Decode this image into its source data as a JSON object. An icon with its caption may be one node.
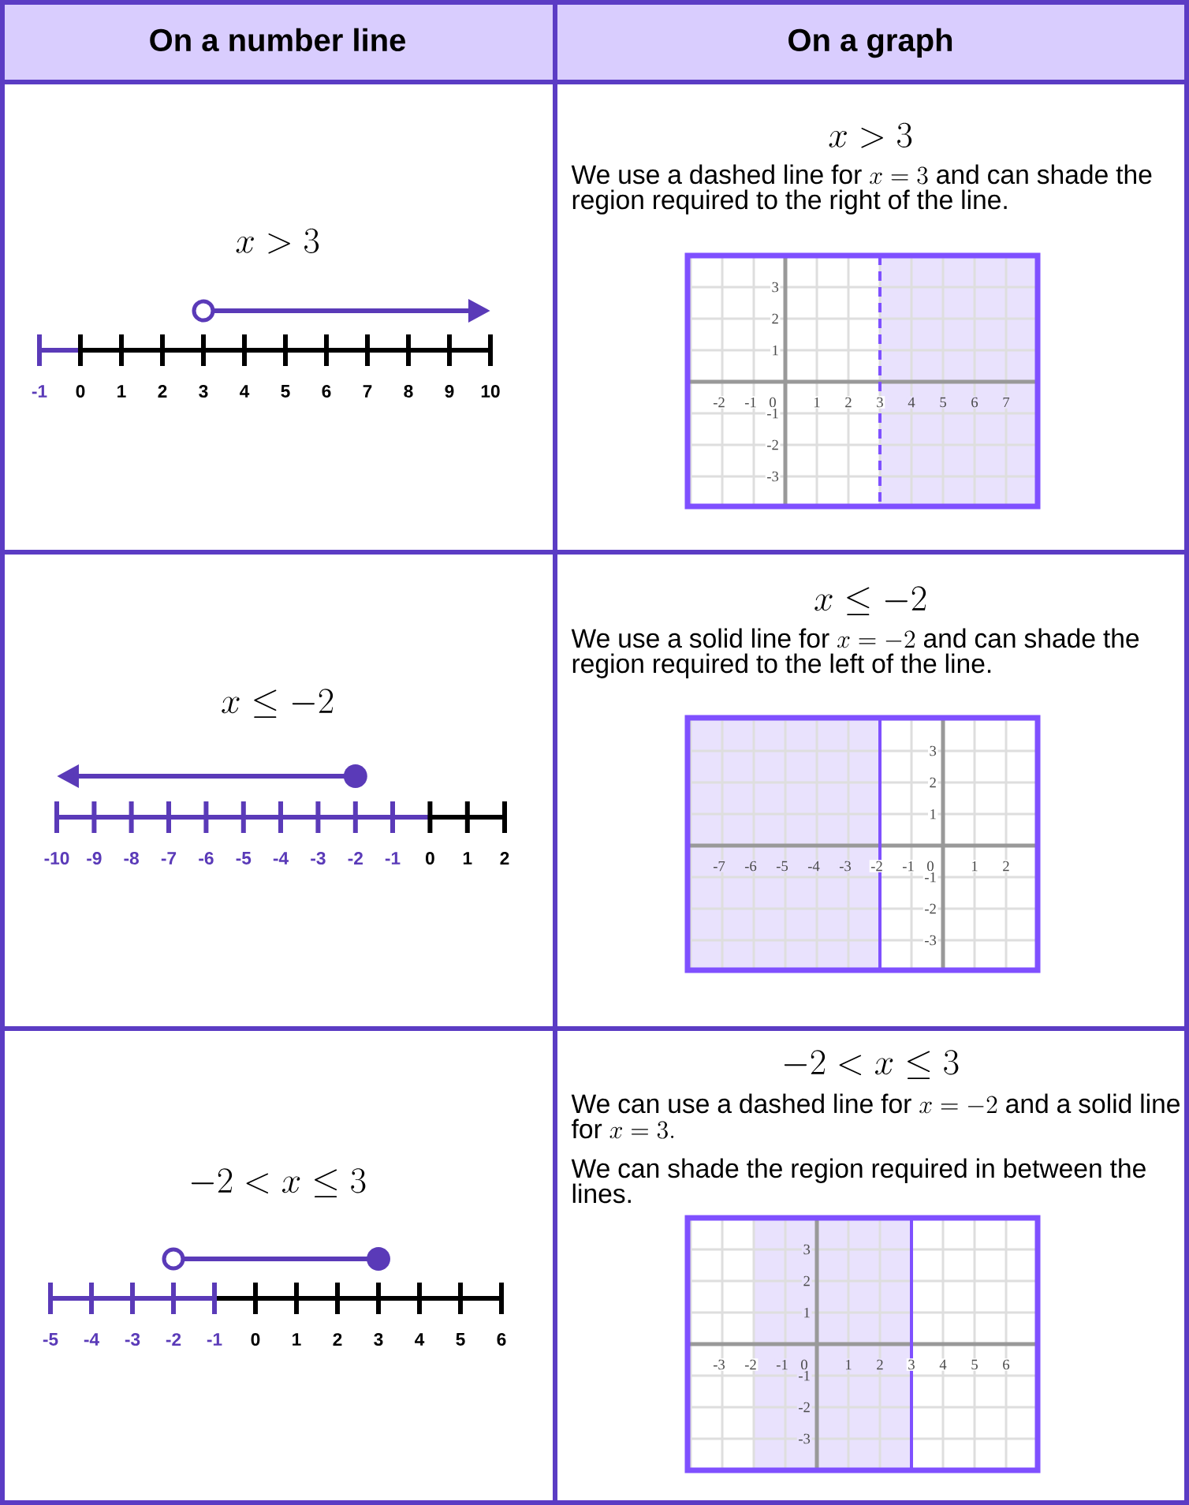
{
  "diagram": {
    "labels": [
      "On a number line",
      "On a graph",
      "x > 3",
      "-1",
      "0",
      "1",
      "2",
      "3",
      "4",
      "5",
      "6",
      "7",
      "8",
      "9",
      "10",
      "x > 3",
      "We use a dashed line for",
      "x = 3",
      "and can shade the region required to the right of the line.",
      "3",
      "2",
      "1",
      "-2",
      "-1",
      "0",
      "1",
      "2",
      "3",
      "4",
      "5",
      "6",
      "7",
      "-1",
      "-2",
      "-3",
      "x \\leq -2",
      "-10",
      "-9",
      "-8",
      "-7",
      "-6",
      "-5",
      "-4",
      "-3",
      "-2",
      "-1",
      "0",
      "1",
      "2",
      "x \\leq -2",
      "We use a solid line for",
      "x = -2",
      "and can shade the region required to the left of the line.",
      "3",
      "2",
      "1",
      "-7",
      "-6",
      "-5",
      "-4",
      "-3",
      "-2",
      "-1",
      "0",
      "1",
      "2",
      "-1",
      "-2",
      "-3",
      "-2 < x \\leq 3",
      "-5",
      "-4",
      "-3",
      "-2",
      "-1",
      "0",
      "1",
      "2",
      "3",
      "4",
      "5",
      "6",
      "-2 < x \\leq 3",
      "We can use a dashed line for",
      "x = -2",
      "and a solid line for",
      "x = 3.",
      "We can shade the region required in between the lines.",
      "3",
      "2",
      "1",
      "-3",
      "-2",
      "-1",
      "0",
      "1",
      "2",
      "3",
      "4",
      "5",
      "6",
      "-1",
      "-2",
      "-3"
    ]
  }
}
